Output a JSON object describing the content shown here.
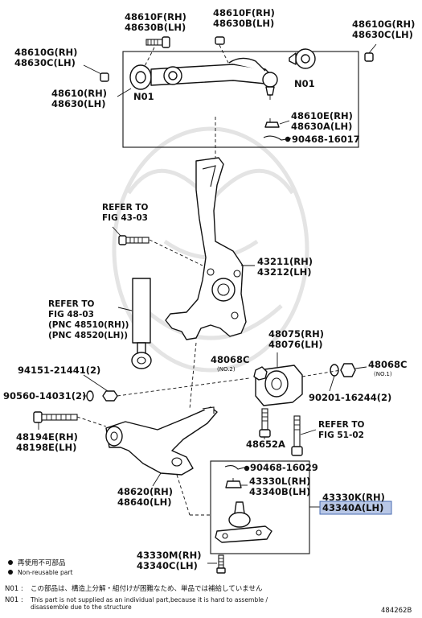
{
  "diagram_id": "484262B",
  "labels": {
    "upper_bolt": [
      "48610F(RH)",
      "48630B(LH)"
    ],
    "upper_nut": [
      "48610F(RH)",
      "48630B(LH)"
    ],
    "upper_right_nut": [
      "48610G(RH)",
      "48630C(LH)"
    ],
    "upper_left_nut": [
      "48610G(RH)",
      "48630C(LH)"
    ],
    "upper_arm": [
      "48610(RH)",
      "48630(LH)"
    ],
    "n01_left": "N01",
    "n01_right": "N01",
    "arm_ball_nut": [
      "48610E(RH)",
      "48630A(LH)"
    ],
    "cotter_upper": "90468-16017",
    "refer_43_03": [
      "REFER TO",
      "FIG 43-03"
    ],
    "knuckle": [
      "43211(RH)",
      "43212(LH)"
    ],
    "refer_48_03": [
      "REFER TO",
      "FIG 48-03",
      "(PNC 48510(RH))",
      "(PNC 48520(LH))"
    ],
    "bushing": [
      "48075(RH)",
      "48076(LH)"
    ],
    "nut_48068c_left": "48068C",
    "no2": "(NO.2)",
    "nut_48068c_right": "48068C",
    "no1": "(NO.1)",
    "bolt_94151": "94151-21441(2)",
    "washer_90560": "90560-14031(2)",
    "washer_90201": "90201-16244(2)",
    "bolt_48194": [
      "48194E(RH)",
      "48198E(LH)"
    ],
    "bolt_48652": "48652A",
    "refer_51_02": [
      "REFER TO",
      "FIG 51-02"
    ],
    "lower_arm": [
      "48620(RH)",
      "48640(LH)"
    ],
    "cotter_lower": "90468-16029",
    "lower_ball_nut": [
      "43330L(RH)",
      "43340B(LH)"
    ],
    "ball_joint": [
      "43330K(RH)",
      "43340A(LH)"
    ],
    "ball_joint_bolt": [
      "43330M(RH)",
      "43340C(LH)"
    ]
  },
  "legend": {
    "bullet_jp": "再使用不可部品",
    "bullet_en": "Non-reusable part",
    "note_prefix": "N01 :",
    "note_jp": "この部品は、構造上分解・組付けが困難なため、単品では補給していません",
    "note_en_1": "This part is not supplied as an individual part,because it is hard to assemble /",
    "note_en_2": "disassemble due to the structure"
  },
  "colors": {
    "ink": "#111111",
    "highlight_fill": "#b8c7e6",
    "highlight_border": "#4a6cb3",
    "watermark": "#e4e4e4"
  }
}
